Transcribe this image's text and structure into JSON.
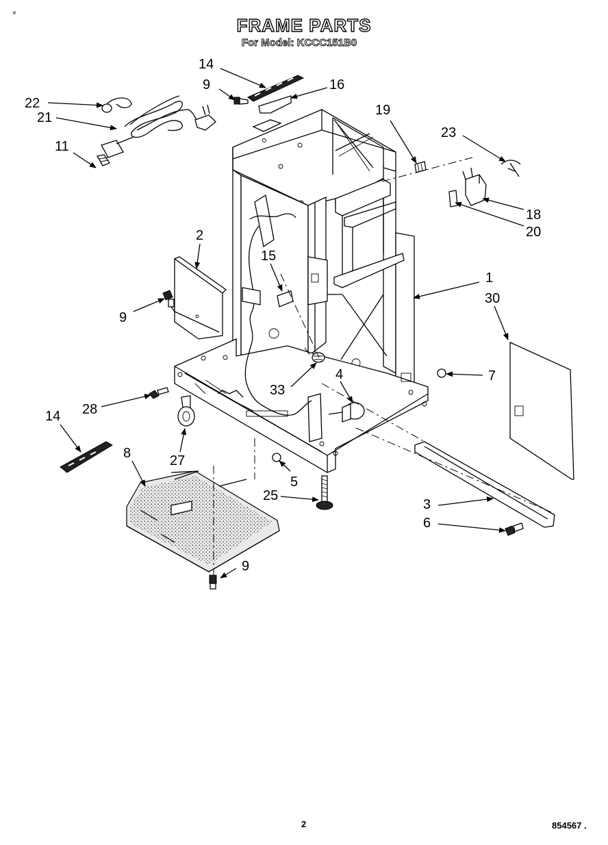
{
  "corner_mark": "×",
  "header": {
    "title": "FRAME PARTS",
    "subtitle": "For Model: KCCC151B0"
  },
  "callouts": [
    {
      "id": "c14a",
      "text": "14"
    },
    {
      "id": "c9a",
      "text": "9"
    },
    {
      "id": "c16",
      "text": "16"
    },
    {
      "id": "c22",
      "text": "22"
    },
    {
      "id": "c21",
      "text": "21"
    },
    {
      "id": "c11",
      "text": "11"
    },
    {
      "id": "c19",
      "text": "19"
    },
    {
      "id": "c23",
      "text": "23"
    },
    {
      "id": "c18",
      "text": "18"
    },
    {
      "id": "c20",
      "text": "20"
    },
    {
      "id": "c2",
      "text": "2"
    },
    {
      "id": "c15",
      "text": "15"
    },
    {
      "id": "c1",
      "text": "1"
    },
    {
      "id": "c30",
      "text": "30"
    },
    {
      "id": "c9b",
      "text": "9"
    },
    {
      "id": "c4",
      "text": "4"
    },
    {
      "id": "c33",
      "text": "33"
    },
    {
      "id": "c7",
      "text": "7"
    },
    {
      "id": "c28",
      "text": "28"
    },
    {
      "id": "c14b",
      "text": "14"
    },
    {
      "id": "c8",
      "text": "8"
    },
    {
      "id": "c27",
      "text": "27"
    },
    {
      "id": "c5",
      "text": "5"
    },
    {
      "id": "c25",
      "text": "25"
    },
    {
      "id": "c3",
      "text": "3"
    },
    {
      "id": "c6",
      "text": "6"
    },
    {
      "id": "c9c",
      "text": "9"
    }
  ],
  "footer": {
    "page_number": "2",
    "doc_number": "854567"
  },
  "footer_mark": "."
}
